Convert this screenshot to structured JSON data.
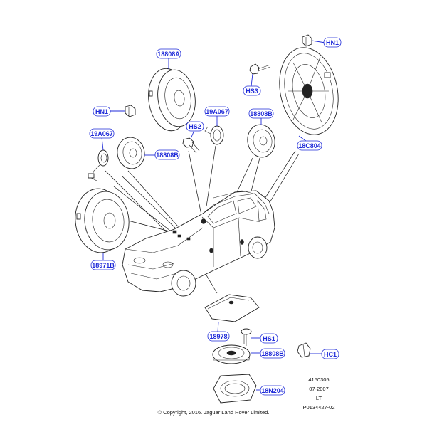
{
  "callouts": {
    "hn1_top": "HN1",
    "hs3": "HS3",
    "c18808a": "18808A",
    "hn1_left": "HN1",
    "c19a067_mid": "19A067",
    "c18808b_top": "18808B",
    "hs2": "HS2",
    "c19a067_left": "19A067",
    "c18808b_left": "18808B",
    "c18c804": "18C804",
    "c18971b": "18971B",
    "c18978": "18978",
    "hs1": "HS1",
    "c18808b_bottom": "18808B",
    "hc1": "HC1",
    "c18n204": "18N204"
  },
  "reference": {
    "code": "4150305",
    "date": "07-2007",
    "tag": "LT",
    "part_ref": "P0134427-02"
  },
  "copyright": "© Copyright, 2016. Jaguar Land Rover Limited.",
  "colors": {
    "callout": "#1f2bd9",
    "lines": "#222222"
  }
}
